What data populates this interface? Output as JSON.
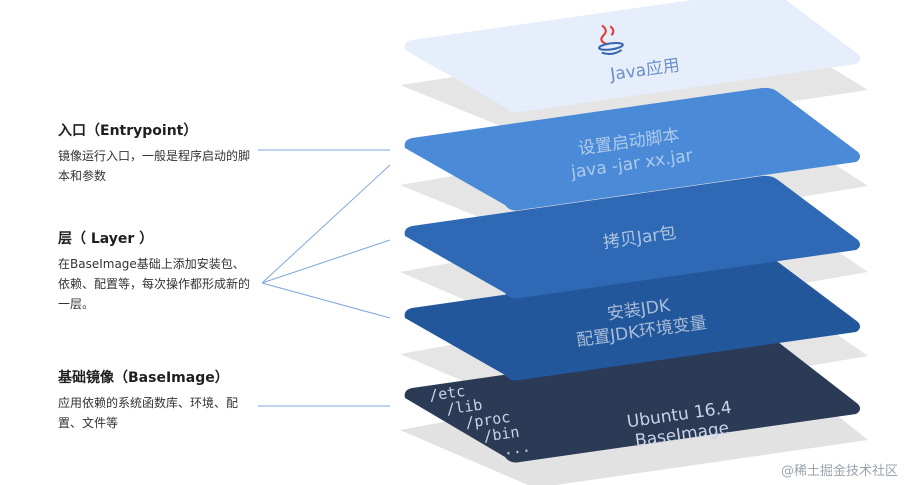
{
  "labels": [
    {
      "title": "入口（Entrypoint）",
      "desc": "镜像运行入口，一般是程序启动的脚本和参数"
    },
    {
      "title": "层（ Layer ）",
      "desc": "在BaseImage基础上添加安装包、依赖、配置等，每次操作都形成新的一层。"
    },
    {
      "title": "基础镜像（BaseImage）",
      "desc": "应用依赖的系统函数库、环境、配置、文件等"
    }
  ],
  "layers": {
    "app": {
      "label": "Java应用",
      "color": "#e6eefb",
      "icon": "java-icon"
    },
    "entry": {
      "line1": "设置启动脚本",
      "line2": "java -jar xx.jar",
      "color": "#4a8ad6"
    },
    "copy": {
      "line1": "拷贝Jar包",
      "color": "#2f69b5"
    },
    "jdk": {
      "line1": "安装JDK",
      "line2": "配置JDK环境变量",
      "color": "#22579c"
    },
    "base": {
      "paths": [
        "/etc",
        "/lib",
        "/proc",
        "/bin",
        "..."
      ],
      "line1": "Ubuntu 16.4",
      "line2": "BaseImage",
      "color": "#2b3a55"
    }
  },
  "colors": {
    "connector": "#7fa6dd",
    "shadow": "#dcdcdc"
  },
  "watermark": "@稀土掘金技术社区"
}
